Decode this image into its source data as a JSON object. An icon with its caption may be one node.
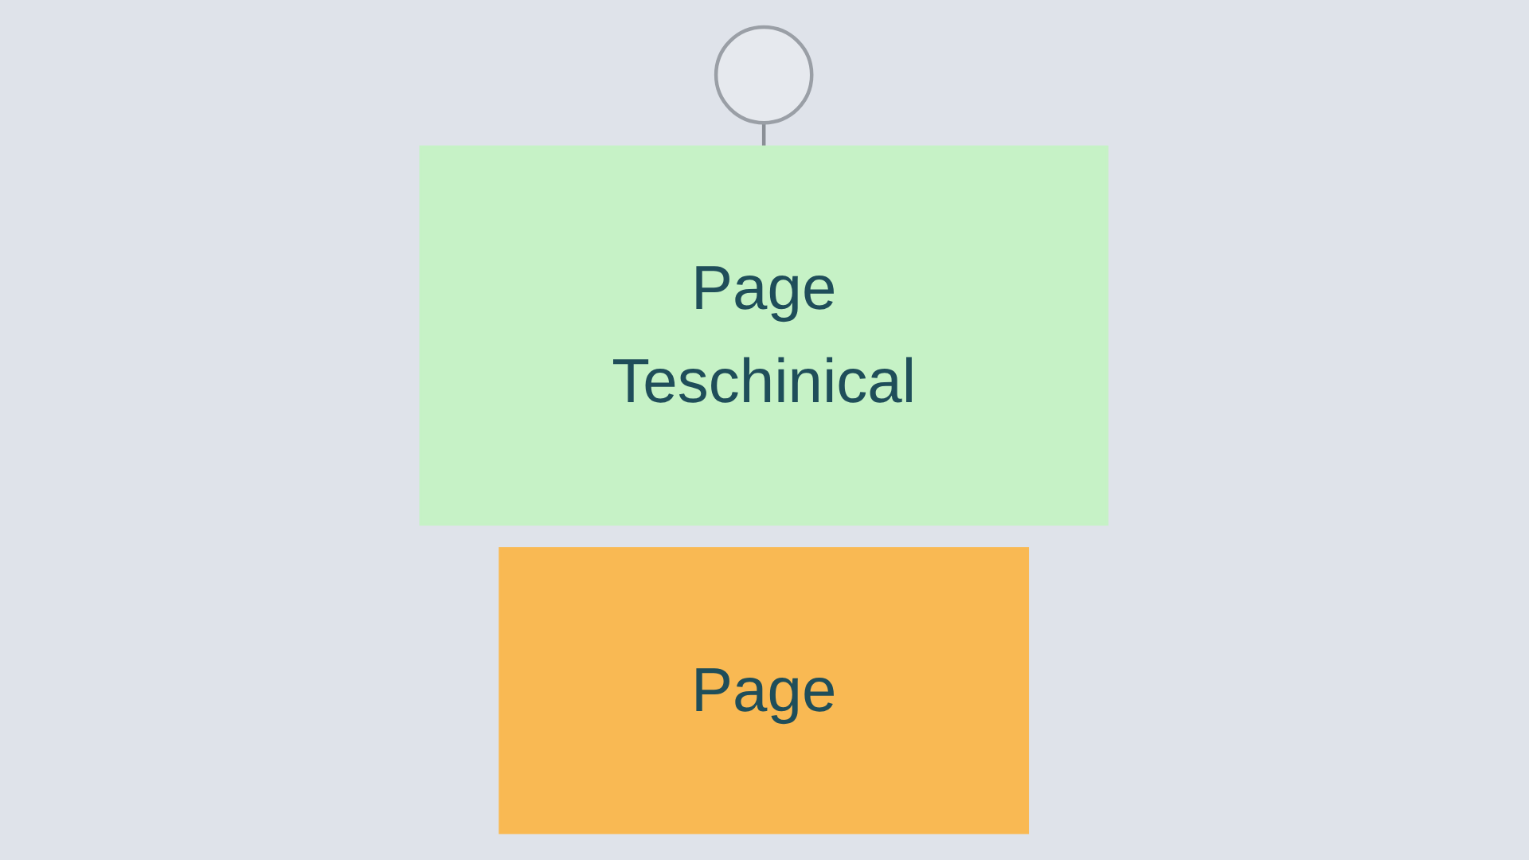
{
  "diagram": {
    "nodes": [
      {
        "text": [],
        "shape": "circle"
      },
      {
        "text": [
          "Page",
          "Teschinical"
        ]
      },
      {
        "text": [
          "Page"
        ]
      }
    ],
    "edges": [
      {
        "from": 0,
        "to": 1,
        "arrow": "none"
      }
    ]
  }
}
